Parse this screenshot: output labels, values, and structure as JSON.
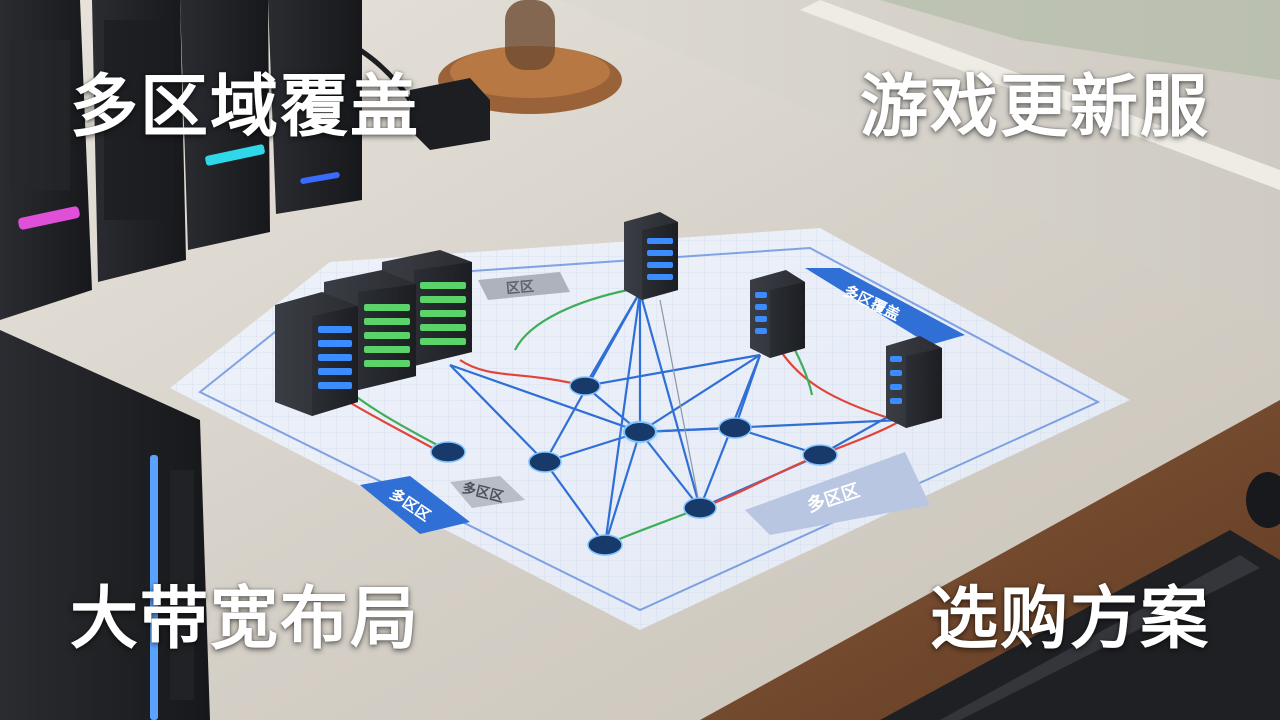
{
  "captions": {
    "top_left": "多区域覆盖",
    "top_right": "游戏更新服",
    "bottom_left": "大带宽布局",
    "bottom_right": "选购方案"
  },
  "map_labels": {
    "zone_top_left": "区区",
    "zone_top_right": "多区覆盖",
    "zone_bottom_left_blue": "多区区",
    "zone_bottom_left_gray": "多区区",
    "zone_bottom_right": "多区区"
  },
  "colors": {
    "link_blue": "#2f6fd6",
    "link_red": "#e0443a",
    "link_green": "#3fae5a",
    "server_led_blue": "#3a8cff",
    "server_led_green": "#59d36a"
  }
}
